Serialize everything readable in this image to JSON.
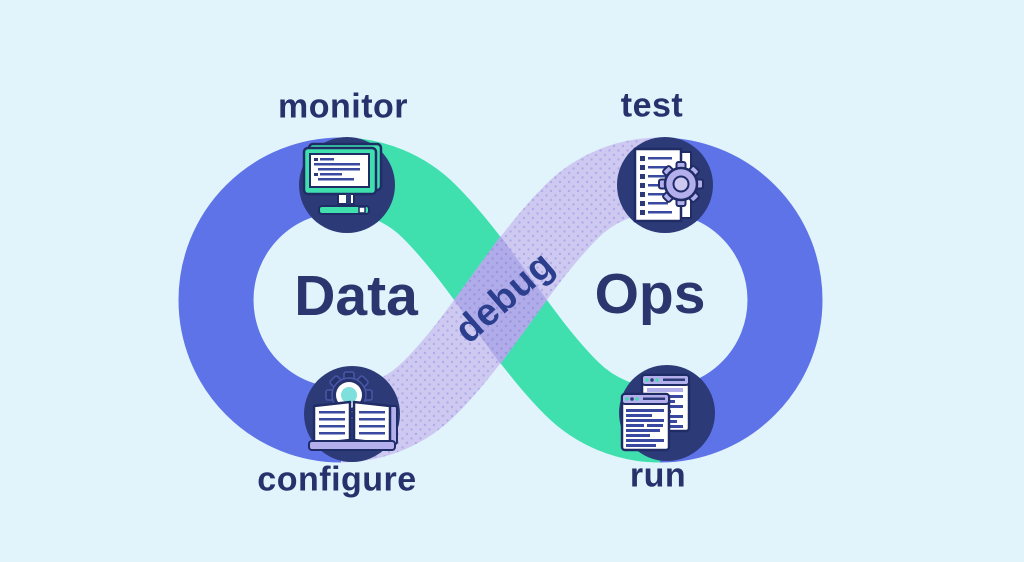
{
  "diagram": {
    "type": "infinity-loop",
    "left_loop_label": "Data",
    "right_loop_label": "Ops",
    "center_label": "debug",
    "stages": [
      {
        "id": "monitor",
        "label": "monitor",
        "position": "top-left",
        "icon": "monitor-screen-icon"
      },
      {
        "id": "test",
        "label": "test",
        "position": "top-right",
        "icon": "checklist-gear-icon"
      },
      {
        "id": "configure",
        "label": "configure",
        "position": "bottom-left",
        "icon": "open-book-gear-icon"
      },
      {
        "id": "run",
        "label": "run",
        "position": "bottom-right",
        "icon": "code-windows-icon"
      }
    ]
  },
  "colors": {
    "background": "#e1f4fc",
    "ribbon_blue": "#5e73e8",
    "ribbon_green": "#3fe0ae",
    "ribbon_lavender": "#cdc9f1",
    "lavender_dot": "#b2abe9",
    "ribbon_overlap": "#b0abe9",
    "overlap_dot": "#9c95de",
    "icon_circle_navy": "#2c3b78",
    "icon_outline_navy": "#1f2c66",
    "icon_lavender": "#b3aeec",
    "icon_teal": "#3fe0ae",
    "icon_cyan": "#7de0dc",
    "label_text": "#27316b",
    "loop_text": "#2b356e",
    "debug_text": "#2c3f8e"
  }
}
